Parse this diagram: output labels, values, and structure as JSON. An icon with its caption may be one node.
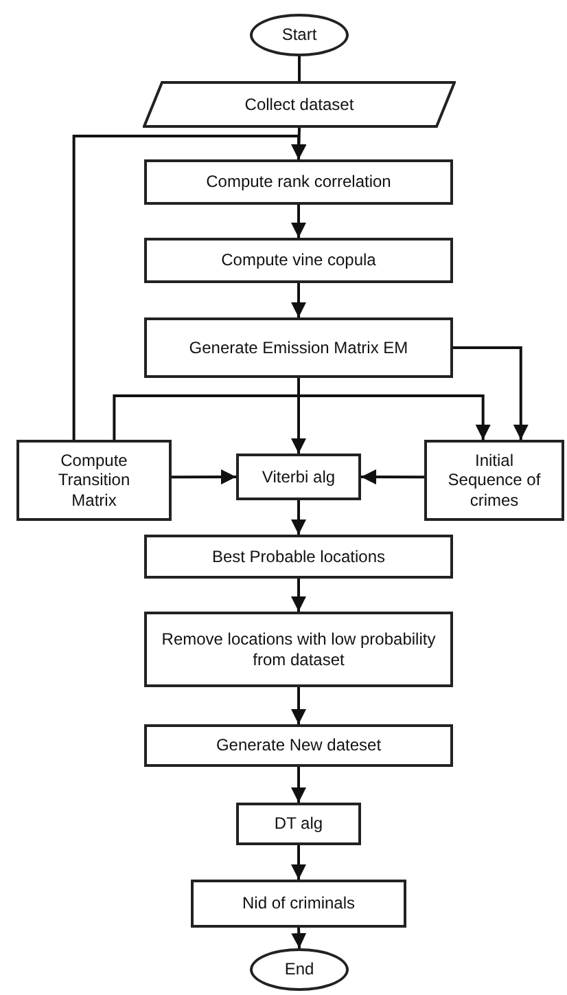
{
  "diagram": {
    "nodes": [
      {
        "text": [
          "Start"
        ]
      },
      {
        "text": [
          "Collect dataset"
        ]
      },
      {
        "text": [
          "Compute rank correlation"
        ]
      },
      {
        "text": [
          "Compute vine copula"
        ]
      },
      {
        "text": [
          "Generate Emission Matrix EM"
        ]
      },
      {
        "text": [
          "Compute Transition Matrix"
        ]
      },
      {
        "text": [
          "Viterbi alg"
        ]
      },
      {
        "text": [
          "Initial Sequence of crimes"
        ]
      },
      {
        "text": [
          "Best Probable locations"
        ]
      },
      {
        "text": [
          "Remove locations with low probability from dataset"
        ]
      },
      {
        "text": [
          "Generate New dateset"
        ]
      },
      {
        "text": [
          "DT alg"
        ]
      },
      {
        "text": [
          "Nid of criminals"
        ]
      },
      {
        "text": [
          "End"
        ]
      }
    ],
    "edges": [
      {
        "from": 0,
        "to": 1,
        "arrow": "none"
      },
      {
        "from": 1,
        "to": 2,
        "arrow": "to"
      },
      {
        "from": 5,
        "to": 2,
        "arrow": "to"
      },
      {
        "from": 2,
        "to": 3,
        "arrow": "to"
      },
      {
        "from": 3,
        "to": 4,
        "arrow": "to"
      },
      {
        "from": 4,
        "to": 6,
        "arrow": "to"
      },
      {
        "from": 4,
        "to": 7,
        "arrow": "to"
      },
      {
        "from": 5,
        "to": 7,
        "arrow": "to"
      },
      {
        "from": 5,
        "to": 6,
        "arrow": "to"
      },
      {
        "from": 7,
        "to": 6,
        "arrow": "to"
      },
      {
        "from": 6,
        "to": 8,
        "arrow": "to"
      },
      {
        "from": 8,
        "to": 9,
        "arrow": "to"
      },
      {
        "from": 9,
        "to": 10,
        "arrow": "to"
      },
      {
        "from": 10,
        "to": 11,
        "arrow": "to"
      },
      {
        "from": 11,
        "to": 12,
        "arrow": "to"
      },
      {
        "from": 12,
        "to": 13,
        "arrow": "to"
      }
    ]
  }
}
